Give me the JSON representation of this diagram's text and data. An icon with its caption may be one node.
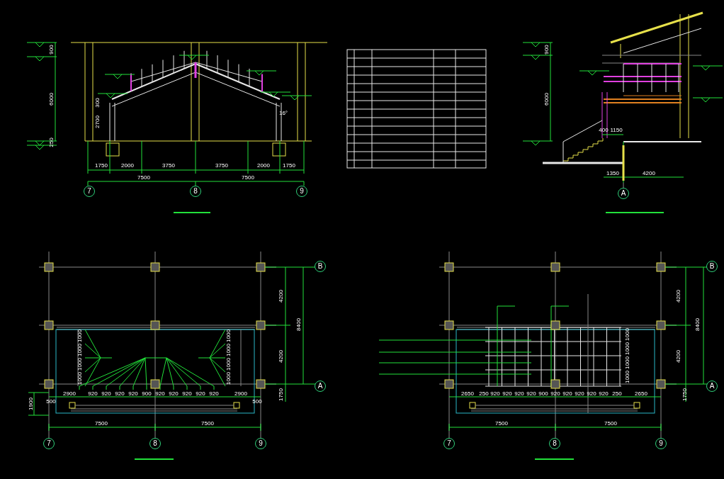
{
  "diagram": {
    "nodes": [
      {
        "text": [
          "7"
        ]
      },
      {
        "text": [
          "8"
        ]
      },
      {
        "text": [
          "9"
        ]
      },
      {
        "text": [
          "A"
        ]
      },
      {
        "text": [
          "B"
        ]
      },
      {
        "text": [
          "A"
        ]
      },
      {
        "text": [
          "7"
        ]
      },
      {
        "text": [
          "8"
        ]
      },
      {
        "text": [
          "9"
        ]
      },
      {
        "text": [
          "B"
        ]
      },
      {
        "text": [
          "A"
        ]
      },
      {
        "text": [
          "7"
        ]
      },
      {
        "text": [
          "8"
        ]
      },
      {
        "text": [
          "9"
        ]
      }
    ],
    "labels": [
      "900",
      "6000",
      "250",
      "300",
      "2700",
      "16°",
      "1750",
      "2000",
      "3750",
      "3750",
      "2000",
      "1750",
      "7500",
      "7500",
      "900",
      "6000",
      "400",
      "1150",
      "1350",
      "4200",
      "4200",
      "8400",
      "4200",
      "1750",
      "1900",
      "1000",
      "1000",
      "1000",
      "1000",
      "1000",
      "1000",
      "1000",
      "1000",
      "2900",
      "920",
      "920",
      "920",
      "920",
      "900",
      "920",
      "920",
      "920",
      "920",
      "920",
      "2900",
      "500",
      "500",
      "7500",
      "7500",
      "4200",
      "8400",
      "4200",
      "1750",
      "1000",
      "1000",
      "1000",
      "1000",
      "2650",
      "250",
      "920",
      "920",
      "920",
      "920",
      "900",
      "920",
      "920",
      "920",
      "920",
      "920",
      "250",
      "2650",
      "7500",
      "7500"
    ]
  }
}
